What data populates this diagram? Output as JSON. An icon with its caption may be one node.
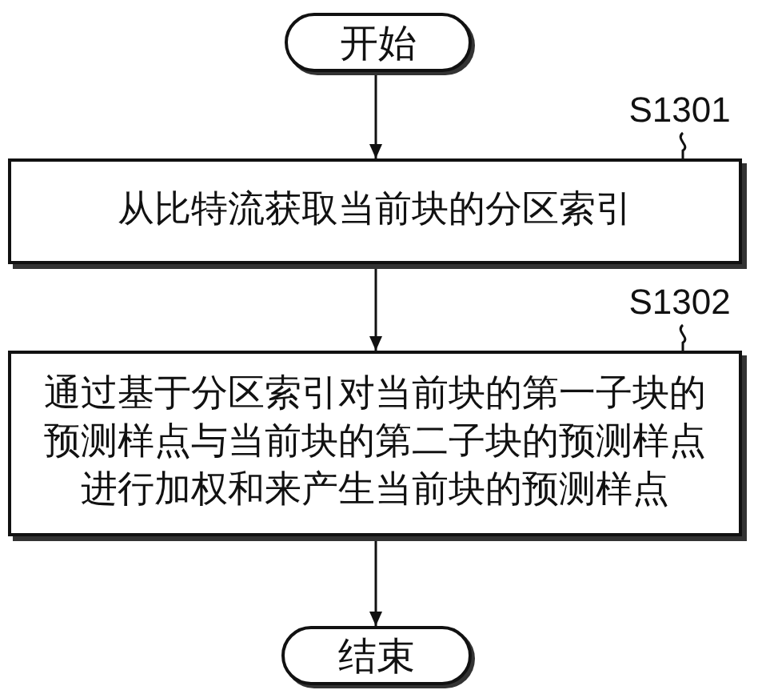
{
  "diagram": {
    "nodes": [
      {
        "text": [
          "开始"
        ]
      },
      {
        "text": [
          "S1301"
        ]
      },
      {
        "text": [
          "从比特流获取当前块的分区索引"
        ]
      },
      {
        "text": [
          "S1302"
        ]
      },
      {
        "text": [
          "通过基于分区索引对当前块的第一子块的预测样点与当前块的第二子块的预测样点进行加权和来产生当前块的预测样点"
        ]
      },
      {
        "text": [
          "结束"
        ]
      }
    ],
    "edges": [
      {
        "from": 0,
        "to": 2,
        "arrow": "to"
      },
      {
        "from": 1,
        "to": 2,
        "arrow": "none"
      },
      {
        "from": 2,
        "to": 4,
        "arrow": "to"
      },
      {
        "from": 3,
        "to": 4,
        "arrow": "none"
      },
      {
        "from": 4,
        "to": 5,
        "arrow": "to"
      }
    ]
  }
}
